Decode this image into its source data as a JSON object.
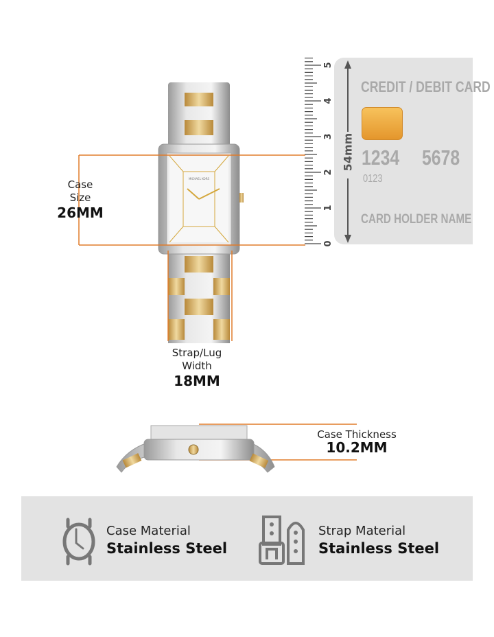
{
  "colors": {
    "accent_lines": "#e07b2a",
    "card_bg": "#e3e3e3",
    "panel_bg": "#e3e3e3",
    "gold": "#d4a73c"
  },
  "watch": {
    "dial_brand": "MICHAEL KORS"
  },
  "case_size": {
    "label_line1": "Case",
    "label_line2": "Size",
    "value": "26MM"
  },
  "strap_width": {
    "label_line1": "Strap/Lug",
    "label_line2": "Width",
    "value": "18MM"
  },
  "case_thickness": {
    "label": "Case Thickness",
    "value": "10.2MM"
  },
  "ruler": {
    "ticks": [
      "0",
      "1",
      "2",
      "3",
      "4",
      "5"
    ]
  },
  "card": {
    "title": "CREDIT / DEBIT CARD",
    "height_label": "54mm",
    "number_part1": "1234",
    "number_part2": "5678",
    "small_number": "0123",
    "holder": "CARD HOLDER NAME"
  },
  "materials": [
    {
      "icon": "watch-icon",
      "label": "Case Material",
      "value": "Stainless Steel"
    },
    {
      "icon": "strap-icon",
      "label": "Strap Material",
      "value": "Stainless Steel"
    }
  ]
}
